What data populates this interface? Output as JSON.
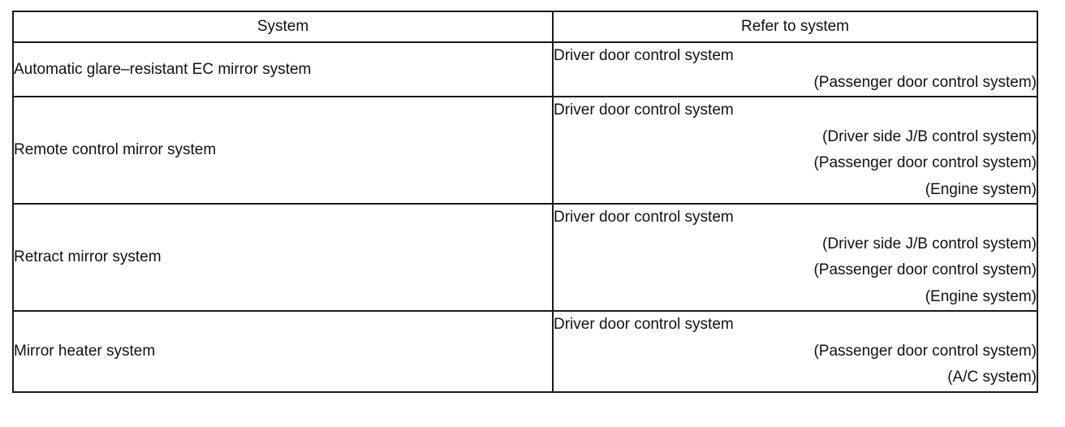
{
  "table": {
    "headers": {
      "system": "System",
      "refer": "Refer to system"
    },
    "rows": [
      {
        "system": "Automatic glare–resistant EC mirror system",
        "primary": "Driver door control system",
        "secondary": [
          "(Passenger door control system)"
        ]
      },
      {
        "system": "Remote control mirror system",
        "primary": "Driver door control system",
        "secondary": [
          "(Driver side J/B control system)",
          "(Passenger door control system)",
          "(Engine system)"
        ]
      },
      {
        "system": "Retract mirror system",
        "primary": "Driver door control system",
        "secondary": [
          "(Driver side J/B control system)",
          "(Passenger door control system)",
          "(Engine system)"
        ]
      },
      {
        "system": "Mirror heater system",
        "primary": "Driver door control system",
        "secondary": [
          "(Passenger door control system)",
          "(A/C system)"
        ]
      }
    ]
  }
}
